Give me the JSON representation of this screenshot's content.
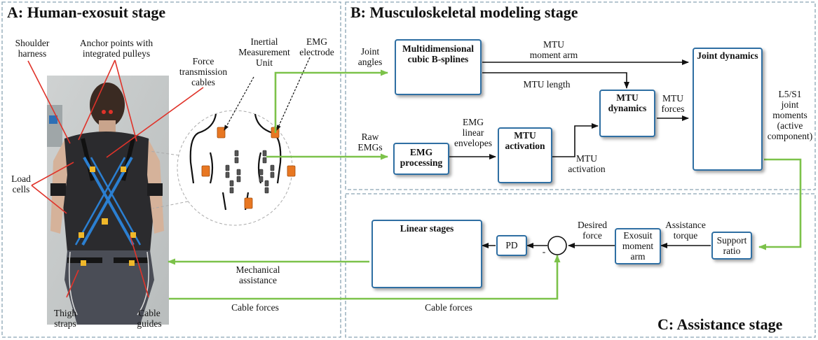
{
  "panels": {
    "a_title": "A: Human-exosuit stage",
    "b_title": "B: Musculoskeletal modeling stage",
    "c_title": "C: Assistance stage"
  },
  "photo_labels": {
    "shoulder_harness": [
      "Shoulder",
      "harness"
    ],
    "anchor_points": [
      "Anchor points with",
      "integrated pulleys"
    ],
    "force_cables": [
      "Force",
      "transmission",
      "cables"
    ],
    "load_cells": [
      "Load",
      "cells"
    ],
    "thigh_straps": [
      "Thigh",
      "straps"
    ],
    "cable_guides": [
      "Cable",
      "guides"
    ]
  },
  "sensor_labels": {
    "imu": [
      "Inertial",
      "Measurement",
      "Unit"
    ],
    "emg": [
      "EMG",
      "electrode"
    ]
  },
  "blocks": {
    "splines": [
      "Multidimensional",
      "cubic B-splines"
    ],
    "joint_dynamics": "Joint dynamics",
    "mtu_dynamics": [
      "MTU",
      "dynamics"
    ],
    "emg_processing": [
      "EMG",
      "processing"
    ],
    "mtu_activation": [
      "MTU",
      "activation"
    ],
    "linear_stages": "Linear stages",
    "pd": "PD",
    "exosuit_moment_arm": [
      "Exosuit",
      "moment",
      "arm"
    ],
    "support_ratio": [
      "Support",
      "ratio"
    ]
  },
  "signals": {
    "joint_angles": [
      "Joint",
      "angles"
    ],
    "mtu_moment_arm": [
      "MTU",
      "moment arm"
    ],
    "mtu_length": "MTU length",
    "mtu_forces": [
      "MTU",
      "forces"
    ],
    "l5s1": [
      "L5/S1",
      "joint",
      "moments",
      "(active",
      "component)"
    ],
    "raw_emgs": [
      "Raw",
      "EMGs"
    ],
    "emg_envelopes": [
      "EMG",
      "linear",
      "envelopes"
    ],
    "mtu_activation_signal": [
      "MTU",
      "activation"
    ],
    "desired_force": [
      "Desired",
      "force"
    ],
    "assistance_torque": [
      "Assistance",
      "torque"
    ],
    "mechanical_assistance": [
      "Mechanical",
      "assistance"
    ],
    "cable_forces_left": "Cable forces",
    "cable_forces_right": "Cable forces",
    "minus_sign": "-"
  },
  "colors": {
    "panel_border": "#8aa4b4",
    "block_border": "#2f6fa3",
    "green_signal": "#7cc24a",
    "electrode": "#e87722",
    "leader_red": "#e0332a"
  }
}
